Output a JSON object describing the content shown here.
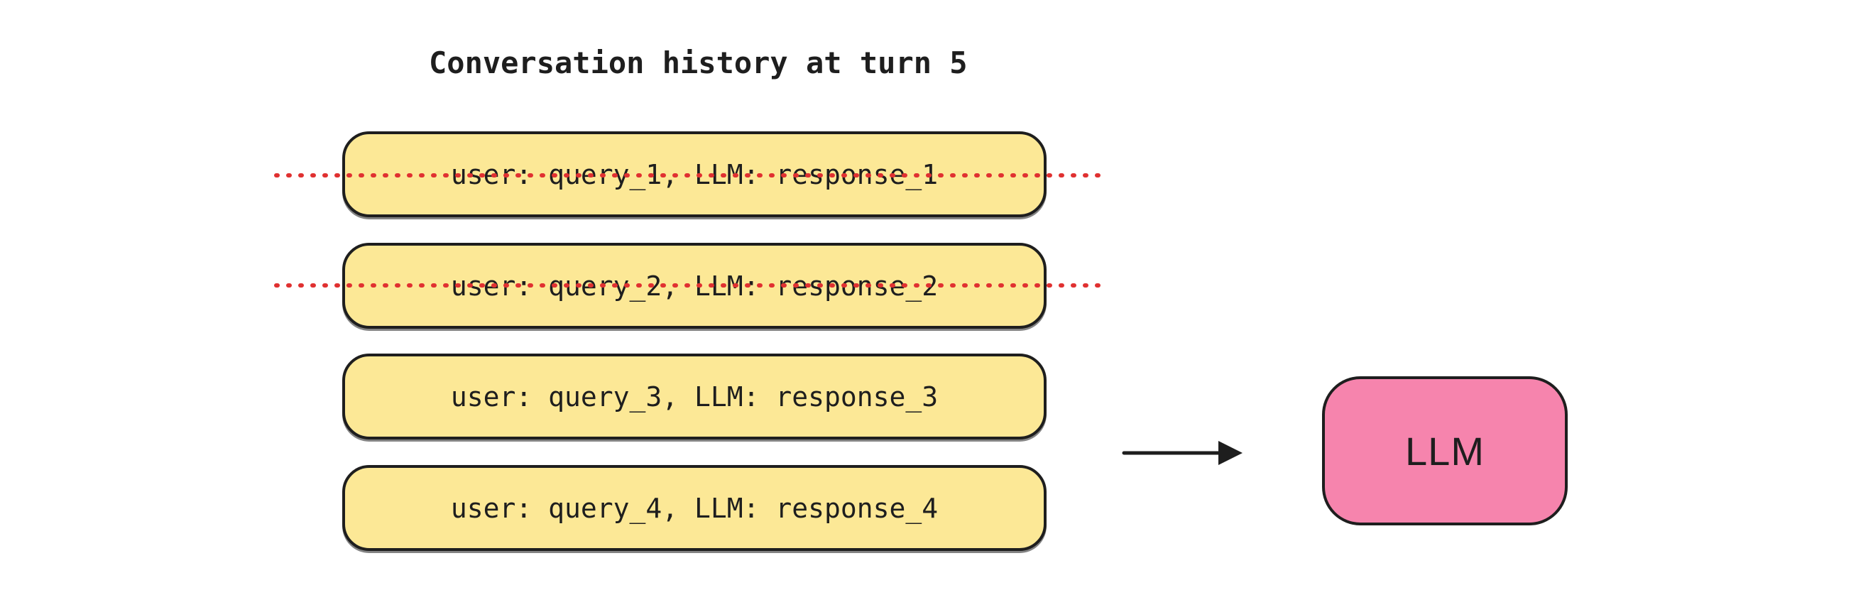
{
  "diagram": {
    "title": "Conversation history at turn 5",
    "history_items": [
      {
        "label": "user: query_1, LLM: response_1",
        "dropped": true
      },
      {
        "label": "user: query_2, LLM: response_2",
        "dropped": true
      },
      {
        "label": "user: query_3, LLM: response_3",
        "dropped": false
      },
      {
        "label": "user: query_4, LLM: response_4",
        "dropped": false
      }
    ],
    "llm_node": {
      "label": "LLM"
    },
    "colors": {
      "box_fill": "#fce896",
      "box_border": "#1e1e1e",
      "llm_fill": "#f684ad",
      "strike": "#e03131",
      "text": "#1e1e1e",
      "background": "#ffffff"
    }
  }
}
